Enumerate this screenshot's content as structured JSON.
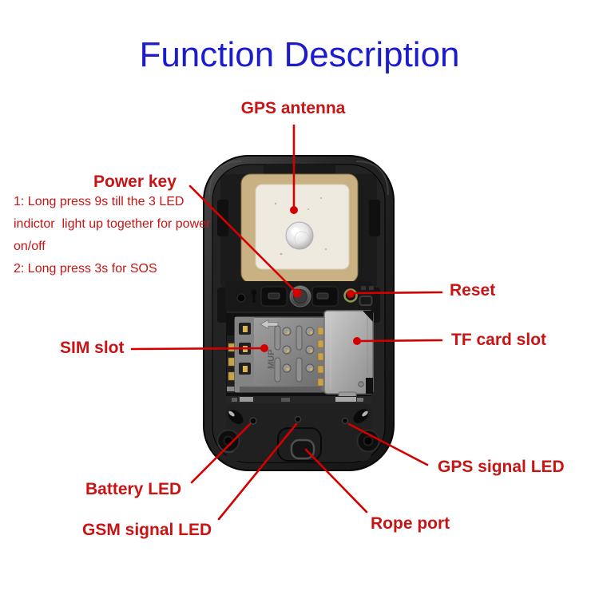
{
  "page": {
    "background": "#ffffff"
  },
  "title": {
    "text": "Function Description",
    "color": "#1c1ccd"
  },
  "colors": {
    "label_red": "#c81414",
    "line_red": "#d40000",
    "title_blue": "#1c1ccd",
    "antenna_ceramic": "#c9b184",
    "antenna_patch": "#eeeae0",
    "device_body": "#1c1c1c",
    "sim_metal": "#8f8f8f",
    "tf_metal": "#b5b5b5",
    "reset_ring": "#8c9653"
  },
  "callouts": {
    "gps_antenna": {
      "label": "GPS antenna"
    },
    "power_key": {
      "label": "Power key",
      "notes": [
        "1: Long press 9s till the 3 LED",
        "indictor  light up together for power",
        "on/off",
        "2: Long press 3s for SOS"
      ]
    },
    "reset": {
      "label": "Reset"
    },
    "sim_slot": {
      "label": "SIM slot"
    },
    "tf_card_slot": {
      "label": "TF card slot"
    },
    "battery_led": {
      "label": "Battery LED"
    },
    "gsm_signal_led": {
      "label": "GSM signal LED"
    },
    "gps_signal_led": {
      "label": "GPS signal LED"
    },
    "rope_port": {
      "label": "Rope port"
    }
  },
  "device": {
    "description": "GPS tracker internal view with back cover opened",
    "sim_cage_marking": "MUP"
  }
}
